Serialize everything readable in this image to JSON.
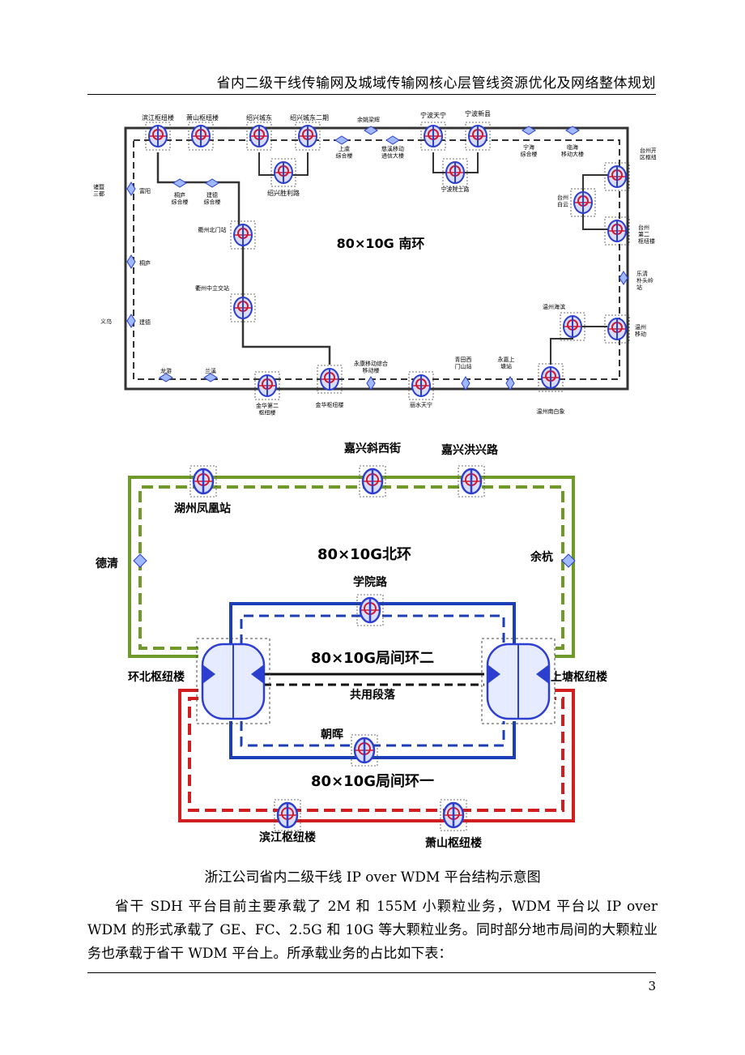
{
  "header": {
    "title": "省内二级干线传输网及城域传输网核心层管线资源优化及网络整体规划"
  },
  "south_ring": {
    "label": "80×10G  南环",
    "nodes": {
      "binjiang": "滨江枢纽楼",
      "xiaoshan": "萧山枢纽楼",
      "sx_chengdong": "绍兴城东",
      "sx_chengdong2": "绍兴城东二期",
      "sx_shengli": "绍兴胜利路",
      "yuyao_liangbo": "余姚梁辉",
      "shangyu": "上虞\n综合楼",
      "cixi": "慈溪移动\n通信大楼",
      "ningbo_tianning": "宁波天宁",
      "ningbo_xinxian": "宁波新县",
      "ningbo_yuanshi": "宁波院士路",
      "ninghai": "宁海\n综合楼",
      "linhai": "临海\n移动大楼",
      "taizhou_kaifa": "台州开发\n区枢纽楼",
      "taizhou_baiyun": "台州\n白云",
      "taizhou_2": "台州\n第二\n枢纽楼",
      "yueqing": "乐清\n朴头岭\n站",
      "wenzhou_haibin": "温州海滨",
      "wenzhou_yidong": "温州\n移动",
      "wenzhou_nanbaixiang": "温州南白象",
      "yongjia": "永嘉上\n塘站",
      "qingtian": "青田西\n门山站",
      "lishui": "丽水天宁",
      "yongkang": "永康移动综合\n移动楼",
      "jinhua": "金华枢纽楼",
      "jinhua2": "金华第二\n枢纽楼",
      "lanxi": "兰溪",
      "longyou": "龙游",
      "jiangshan_north": "衢州北门站",
      "quzhou_zhongli": "衢州中立交站",
      "tonglu_zonghe": "桐庐\n综合楼",
      "jiande": "建德\n综合楼",
      "fuyang": "富阳",
      "zhuji": "诸暨\n三都",
      "tonglu": "桐庐",
      "yiwu": "义乌",
      "jiande2": "建德"
    }
  },
  "north": {
    "north_ring_label": "80×10G北环",
    "ring2_label": "80×10G局间环二",
    "ring1_label": "80×10G局间环一",
    "shared_label": "共用段落",
    "nodes": {
      "jiaxing_xixi": "嘉兴斜西街",
      "jiaxing_hongxing": "嘉兴洪兴路",
      "huzhou": "湖州凤凰站",
      "deqing": "德清",
      "yuhang": "余杭",
      "xueyuan": "学院路",
      "huanbei": "环北枢纽楼",
      "shangtang": "上塘枢纽楼",
      "zhaohui": "朝晖",
      "binjiang": "滨江枢纽楼",
      "xiaoshan": "萧山枢纽楼"
    }
  },
  "caption": "浙江公司省内二级干线 IP over WDM 平台结构示意图",
  "body": {
    "paragraph": "省干 SDH 平台目前主要承载了 2M 和 155M 小颗粒业务，WDM 平台以 IP over WDM 的形式承载了 GE、FC、2.5G 和 10G 等大颗粒业务。同时部分地市局间的大颗粒业务也承载于省干 WDM 平台上。所承载业务的占比如下表："
  },
  "footer": {
    "page_number": "3"
  },
  "colors": {
    "green": "#6f9a2a",
    "blue": "#1c3fb8",
    "red": "#d21e1e",
    "node_blue": "#2d3fd0",
    "node_red": "#d01a2a"
  }
}
